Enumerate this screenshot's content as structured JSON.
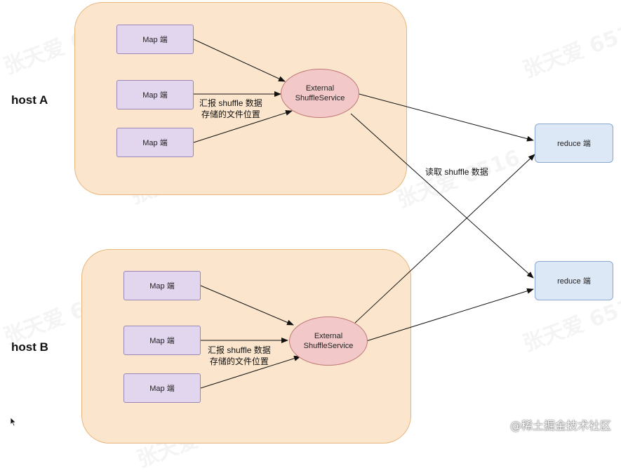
{
  "hosts": [
    {
      "label": "host A",
      "maps": [
        "Map 端",
        "Map 端",
        "Map 端"
      ],
      "service": [
        "External",
        "ShuffleService"
      ],
      "report_label": [
        "汇报 shuffle 数据",
        "存储的文件位置"
      ]
    },
    {
      "label": "host B",
      "maps": [
        "Map 端",
        "Map 端",
        "Map 端"
      ],
      "service": [
        "External",
        "ShuffleService"
      ],
      "report_label": [
        "汇报 shuffle 数据",
        "存储的文件位置"
      ]
    }
  ],
  "reducers": [
    "reduce 端",
    "reduce 端"
  ],
  "read_label": "读取 shuffle 数据",
  "watermark": "张天爱 6516",
  "brand": "@稀土掘金技术社区",
  "colors": {
    "host_fill": "#fbe5cc",
    "map_fill": "#e2d5ee",
    "service_fill": "#f2c8c8",
    "reduce_fill": "#dde8f7"
  }
}
